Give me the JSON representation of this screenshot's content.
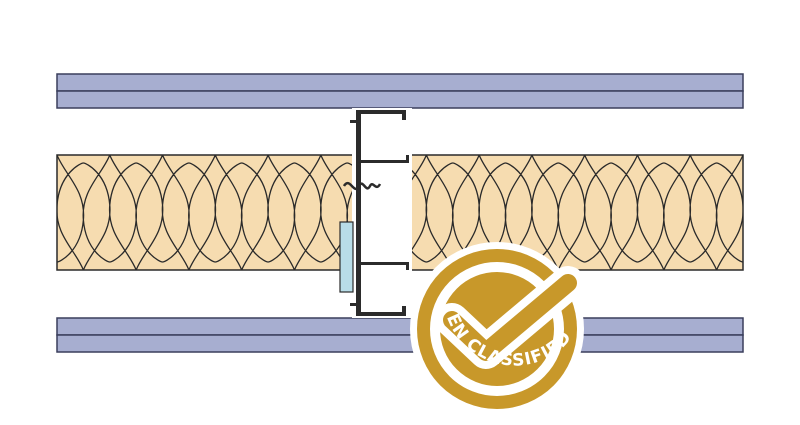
{
  "diagram": {
    "colors": {
      "board_fill": "#a7aed0",
      "board_stroke": "#3a3e5c",
      "insulation_fill": "#f6dcb0",
      "insulation_stroke": "#2a2a2a",
      "stud_fill": "#2b2b2b",
      "strip_fill": "#b8dde8",
      "badge_gold": "#c8982a",
      "badge_ring": "#ffffff"
    },
    "components": [
      {
        "id": "top-boards",
        "kind": "plasterboard",
        "layers": 2
      },
      {
        "id": "insulation",
        "kind": "mineral-wool",
        "lobes": 13
      },
      {
        "id": "stud",
        "kind": "steel-c-stud"
      },
      {
        "id": "bottom-boards",
        "kind": "plasterboard",
        "layers": 2
      }
    ]
  },
  "badge": {
    "text": "EN CLASSIFIED",
    "icon": "check-mark-icon"
  }
}
